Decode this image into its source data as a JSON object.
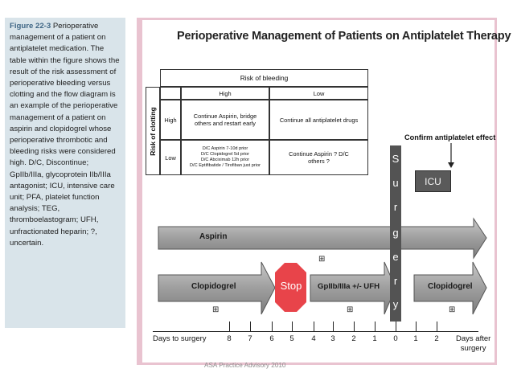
{
  "caption": {
    "figure_label": "Figure 22-3",
    "text": "Perioperative management of a patient on antiplatelet medication. The table within the figure shows the result of the risk assessment of perioperative bleeding versus clotting and the flow diagram is an example of the perioperative management of a patient on aspirin and clopidogrel whose perioperative thrombotic and bleeding risks were considered high. D/C, Discontinue; GpIIb/IIIa, glycoprotein IIb/IIIa antagonist; ICU, intensive care unit; PFA, platelet function analysis; TEG, thromboelastogram; UFH, unfractionated heparin; ?, uncertain."
  },
  "figure": {
    "title": "Perioperative Management of Patients on Antiplatelet Therapy",
    "table": {
      "top_header": "Risk of bleeding",
      "side_header": "Risk of clotting",
      "col_high": "High",
      "col_low": "Low",
      "row_high": "High",
      "row_low": "Low",
      "cell_high_high": "Continue Aspirin, bridge others and restart early",
      "cell_high_low": "Continue all antiplatelet drugs",
      "cell_low_high": [
        "D/C Aspirin 7-10d prior",
        "D/C Clopidogrel 5d prior",
        "D/C Abciximab 12h prior",
        "D/C Eptifibatide / Tirofiban just prior"
      ],
      "cell_low_low": "Continue Aspirin ? D/C others ?"
    },
    "confirm_label": "Confirm antiplatelet effect",
    "icu_label": "ICU",
    "surgery_letters": [
      "S",
      "u",
      "r",
      "g",
      "e",
      "r",
      "y"
    ],
    "aspirin_label": "Aspirin",
    "clopidogrel_label": "Clopidogrel",
    "stop_label": "Stop",
    "bridge_label": "GpIIb/IIIa +/- UFH",
    "clopidogrel_after_label": "Clopidogrel",
    "plus_symbol": "⊞",
    "axis": {
      "left_label": "Days to surgery",
      "right_label_line1": "Days after",
      "right_label_line2": "surgery",
      "ticks": [
        "8",
        "7",
        "6",
        "5",
        "4",
        "3",
        "2",
        "1",
        "0",
        "1",
        "2"
      ]
    }
  },
  "footer": "ASA Practice Advisory 2010",
  "colors": {
    "caption_bg": "#d9e4ea",
    "frame_border": "#e9c3d0",
    "stop_red": "#e8444a",
    "arrow_gray": "#9a9a9a",
    "surgery_bar": "#535353"
  }
}
